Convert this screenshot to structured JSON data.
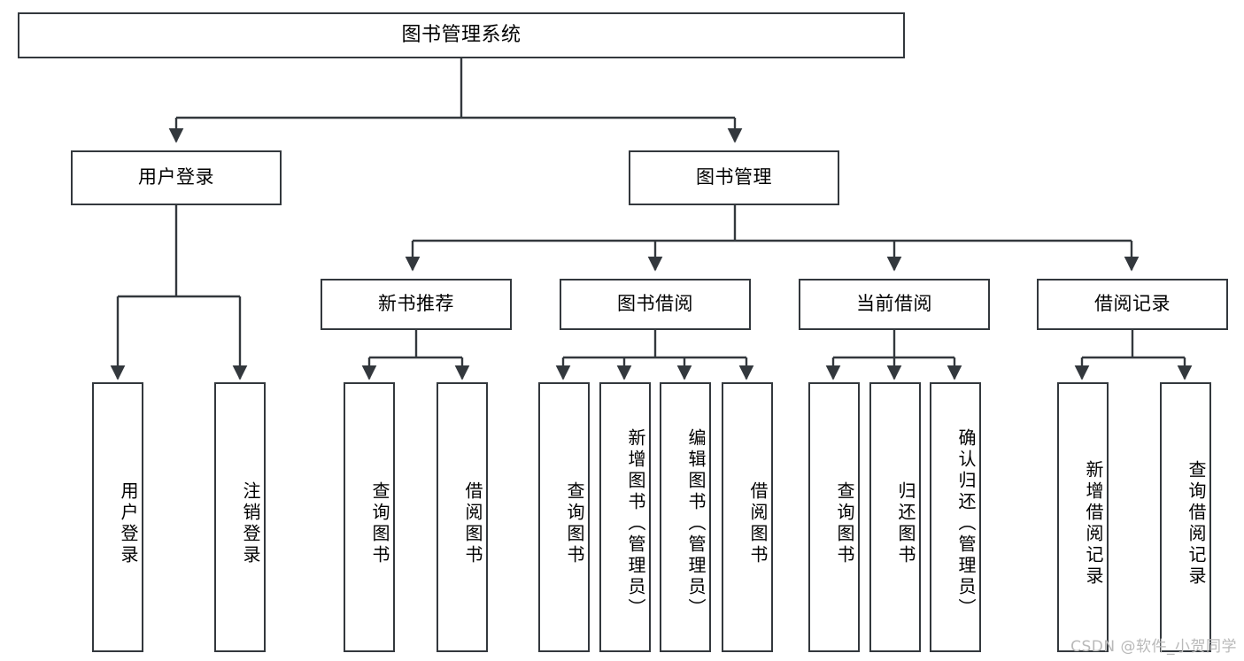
{
  "diagram": {
    "type": "tree",
    "title": "图书管理系统",
    "stroke_color": "#33383d",
    "text_color": "#000000",
    "background": "#ffffff"
  },
  "root": {
    "label": "图书管理系统"
  },
  "level2": [
    {
      "label": "用户登录"
    },
    {
      "label": "图书管理"
    }
  ],
  "level3": [
    {
      "label": "新书推荐"
    },
    {
      "label": "图书借阅"
    },
    {
      "label": "当前借阅"
    },
    {
      "label": "借阅记录"
    }
  ],
  "leaves": {
    "user_login": [
      {
        "label": "用户登录"
      },
      {
        "label": "注销登录"
      }
    ],
    "new_books": [
      {
        "label": "查询图书"
      },
      {
        "label": "借阅图书"
      }
    ],
    "book_borrow": [
      {
        "label": "查询图书"
      },
      {
        "label": "新增图书（管理员）"
      },
      {
        "label": "编辑图书（管理员）"
      },
      {
        "label": "借阅图书"
      }
    ],
    "current_borrow": [
      {
        "label": "查询图书"
      },
      {
        "label": "归还图书"
      },
      {
        "label": "确认归还（管理员）"
      }
    ],
    "borrow_records": [
      {
        "label": "新增借阅记录"
      },
      {
        "label": "查询借阅记录"
      }
    ]
  },
  "watermark": {
    "text": "CSDN @软件_小贺同学"
  }
}
